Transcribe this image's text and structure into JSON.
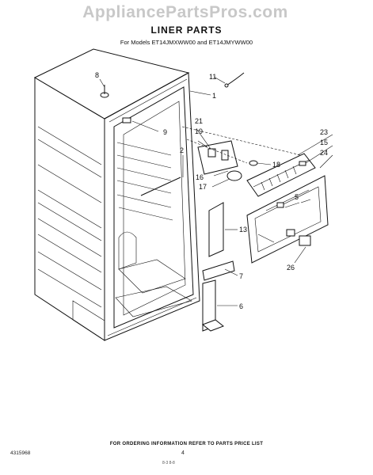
{
  "watermark": "AppliancePartsPros.com",
  "title": "LINER PARTS",
  "subtitle": "For Models ET14JMXWW00 and ET14JMYWW00",
  "footer": "FOR ORDERING INFORMATION REFER TO PARTS PRICE LIST",
  "doc_number": "4315968",
  "page_number": "4",
  "small_code": "8-3 8-8",
  "callouts": {
    "c1": "1",
    "c2": "2",
    "c5": "5",
    "c6": "6",
    "c7": "7",
    "c8": "8",
    "c9": "9",
    "c11": "11",
    "c13": "13",
    "c15": "15",
    "c16": "16",
    "c17": "17",
    "c18": "18",
    "c19": "19",
    "c21": "21",
    "c23": "23",
    "c24": "24",
    "c26": "26"
  }
}
